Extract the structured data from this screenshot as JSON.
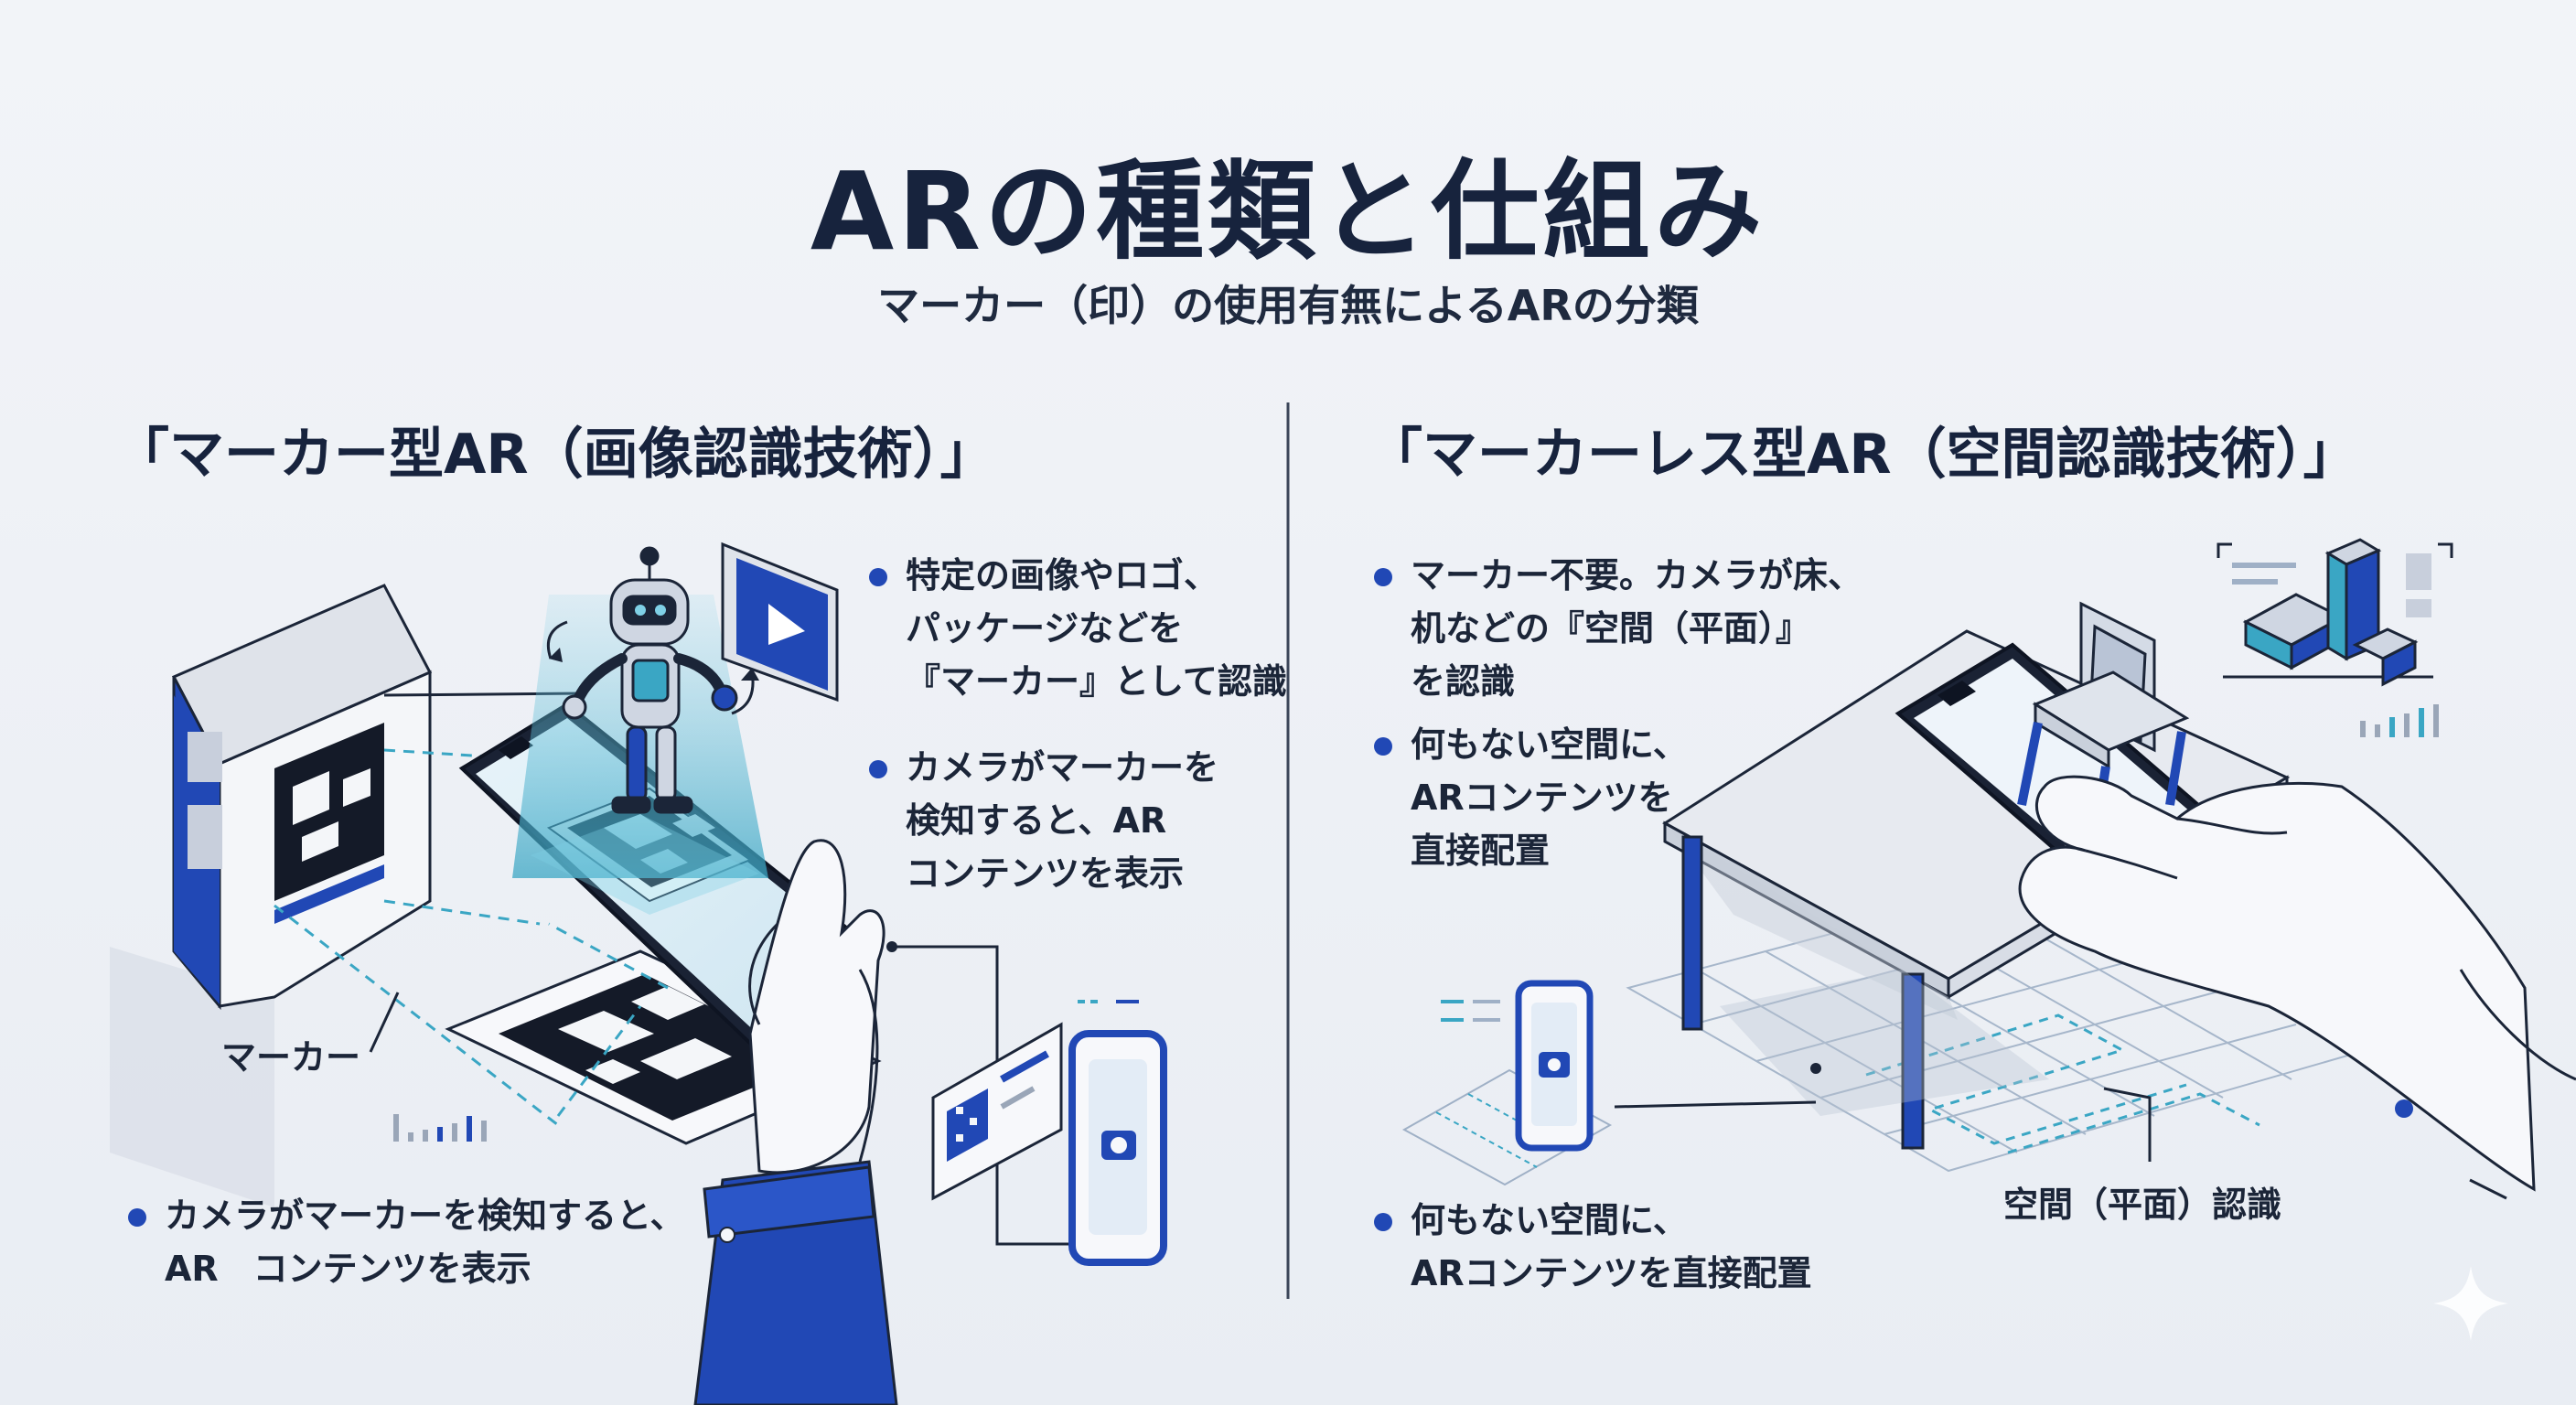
{
  "title": "ARの種類と仕組み",
  "subtitle": "マーカー（印）の使用有無によるARの分類",
  "left": {
    "heading": "「マーカー型AR（画像認識技術）」",
    "bullets": [
      [
        "特定の画像やロゴ、",
        "パッケージなどを",
        "『マーカー』として認識"
      ],
      [
        "カメラがマーカーを",
        "検知すると、AR",
        "コンテンツを表示"
      ]
    ],
    "marker_label": "マーカー",
    "bottom_bullet": [
      "カメラがマーカーを検知すると、",
      "AR　コンテンツを表示"
    ]
  },
  "right": {
    "heading": "「マーカーレス型AR（空間認識技術）」",
    "bullets": [
      [
        "マーカー不要。カメラが床、",
        "机などの『空間（平面）』",
        "を認識"
      ],
      [
        "何もない空間に、",
        "ARコンテンツを",
        "直接配置"
      ]
    ],
    "plane_label": "空間（平面）認識",
    "bottom_bullet": [
      "何もない空間に、",
      "ARコンテンツを直接配置"
    ]
  },
  "colors": {
    "navy": "#17233d",
    "blue": "#2148b5",
    "teal": "#3aa6c4",
    "bg": "#eef1f6"
  }
}
